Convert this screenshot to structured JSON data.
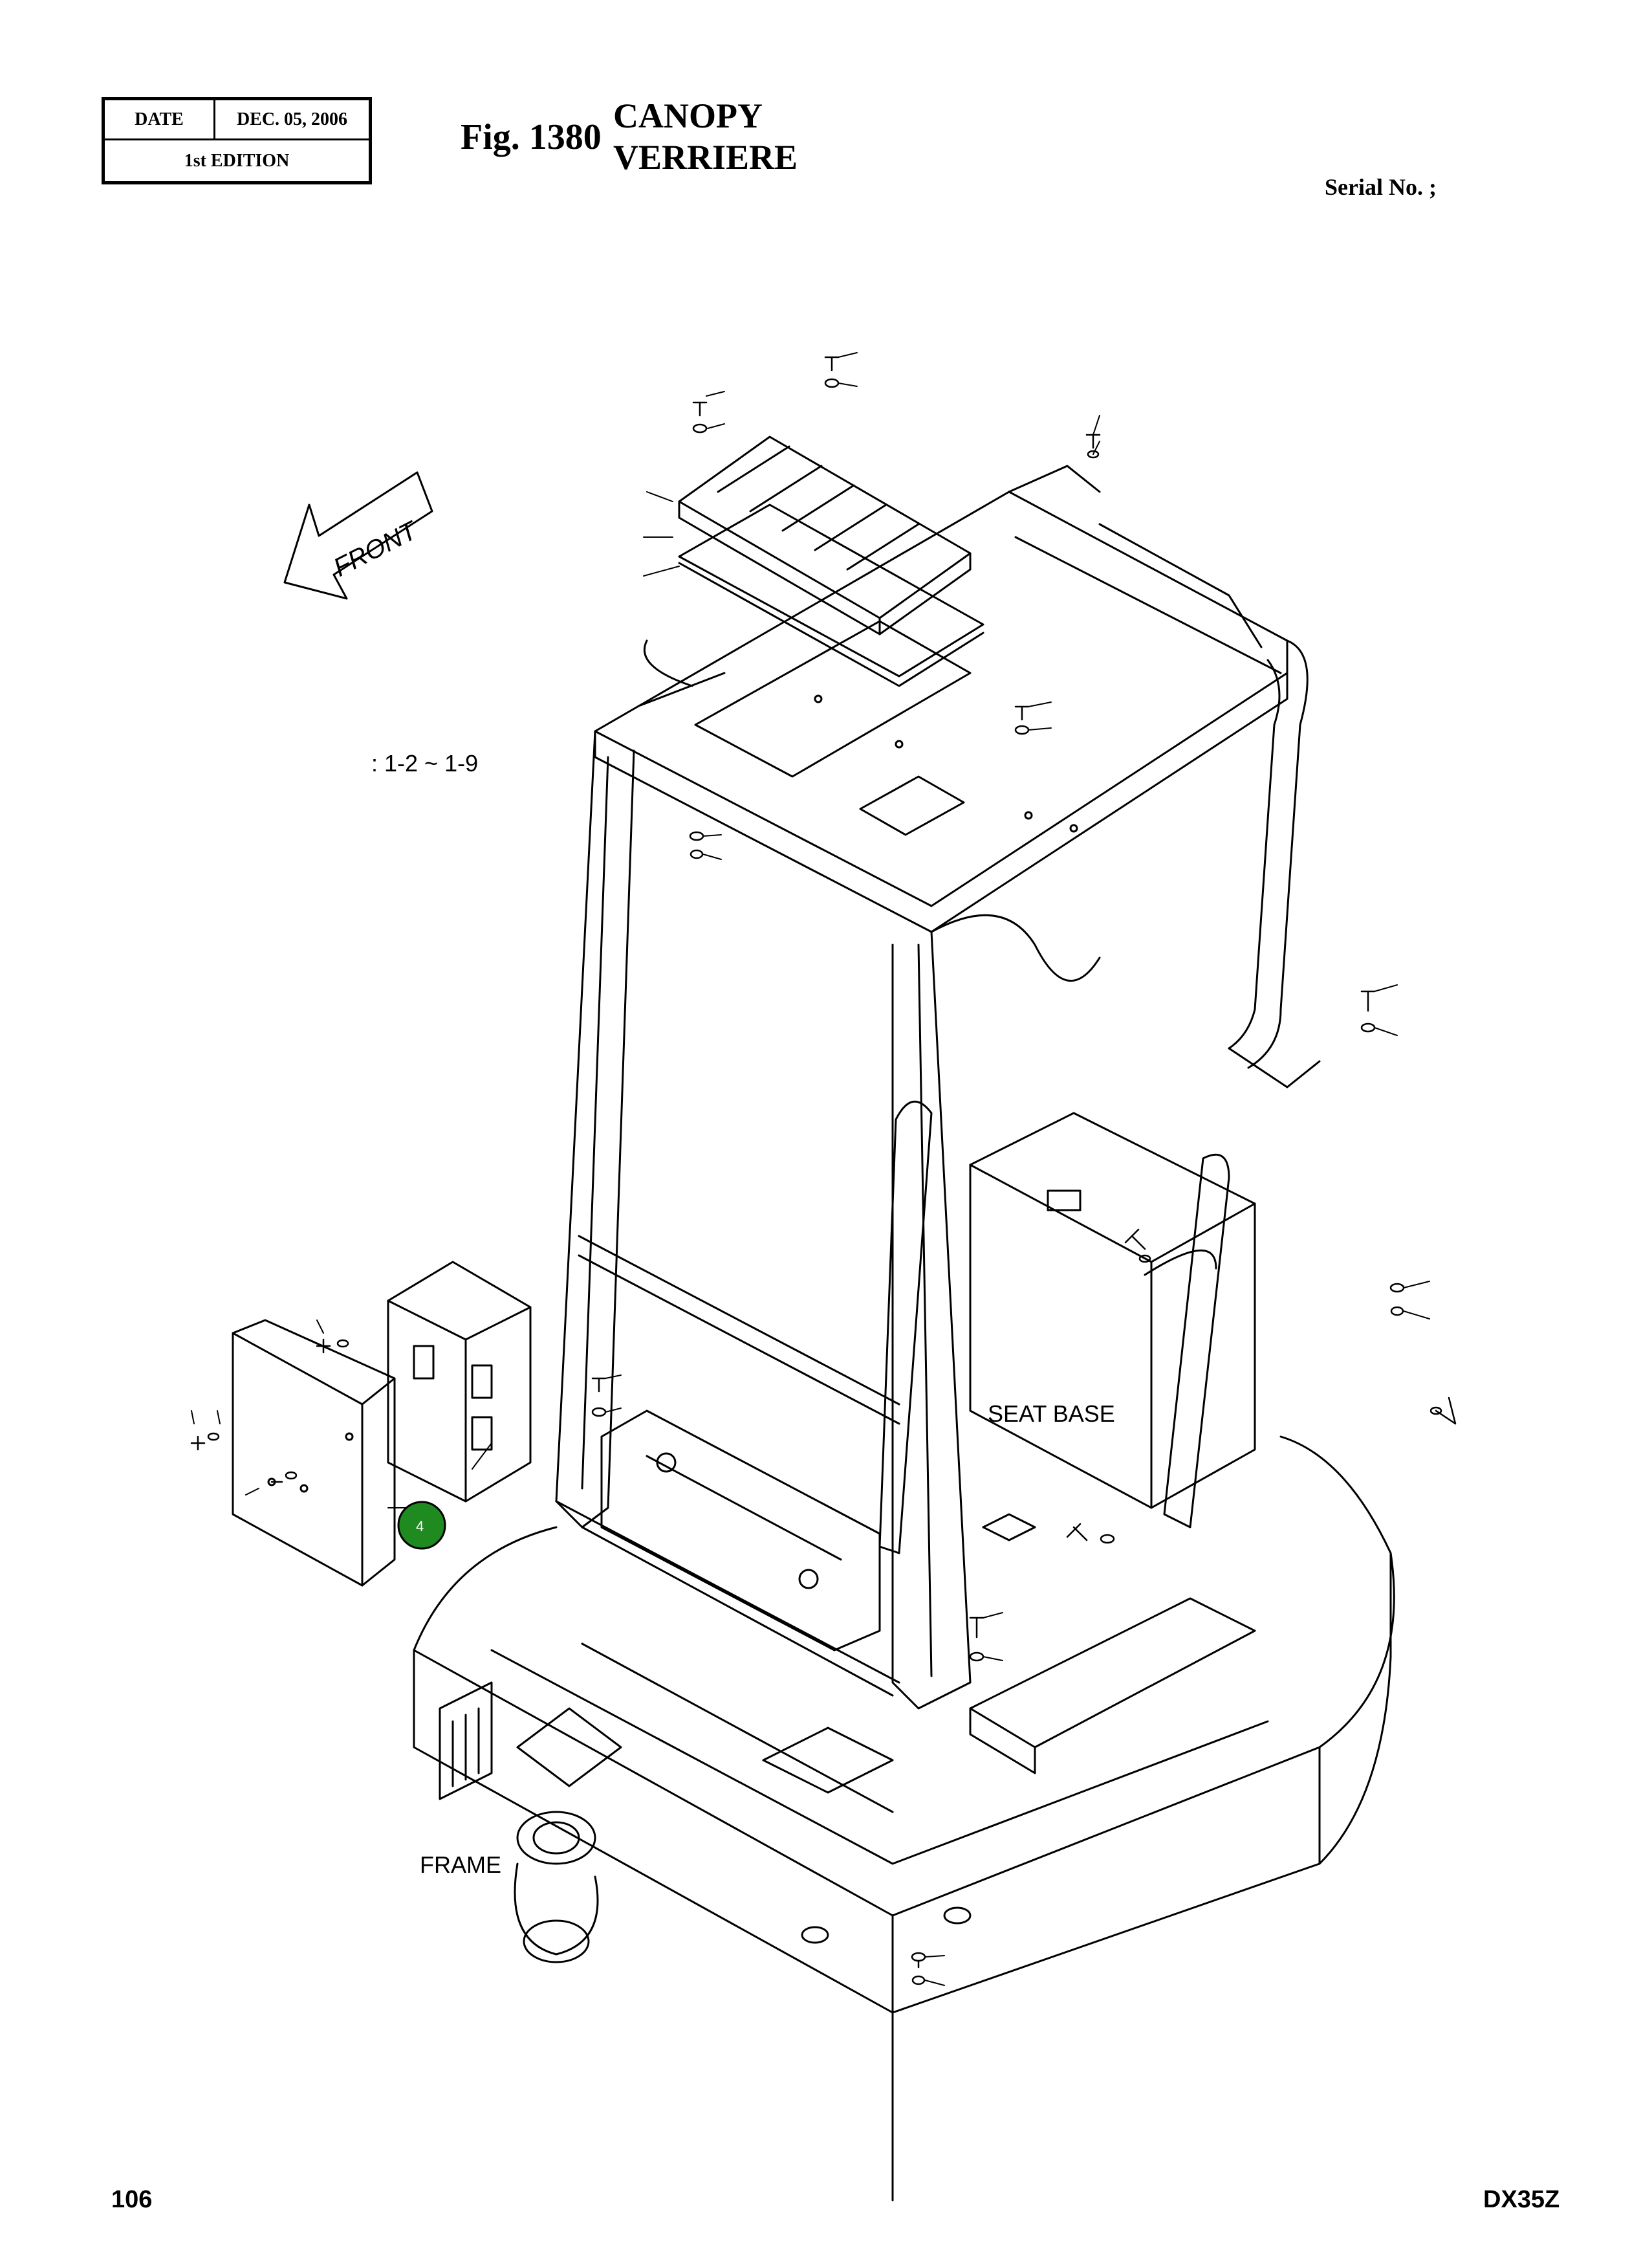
{
  "header": {
    "date_label": "DATE",
    "date_value": "DEC. 05, 2006",
    "edition": "1st EDITION"
  },
  "figure": {
    "number": "Fig. 1380",
    "title_en": "CANOPY",
    "title_fr": "VERRIERE",
    "serial": "Serial No. ;"
  },
  "labels": {
    "front": "FRONT",
    "reference": ": 1-2 ~ 1-9",
    "seat_base": "SEAT BASE",
    "frame": "FRAME"
  },
  "callout": {
    "number": "4",
    "color": "#1f8a1f"
  },
  "footer": {
    "page": "106",
    "model": "DX35Z"
  }
}
